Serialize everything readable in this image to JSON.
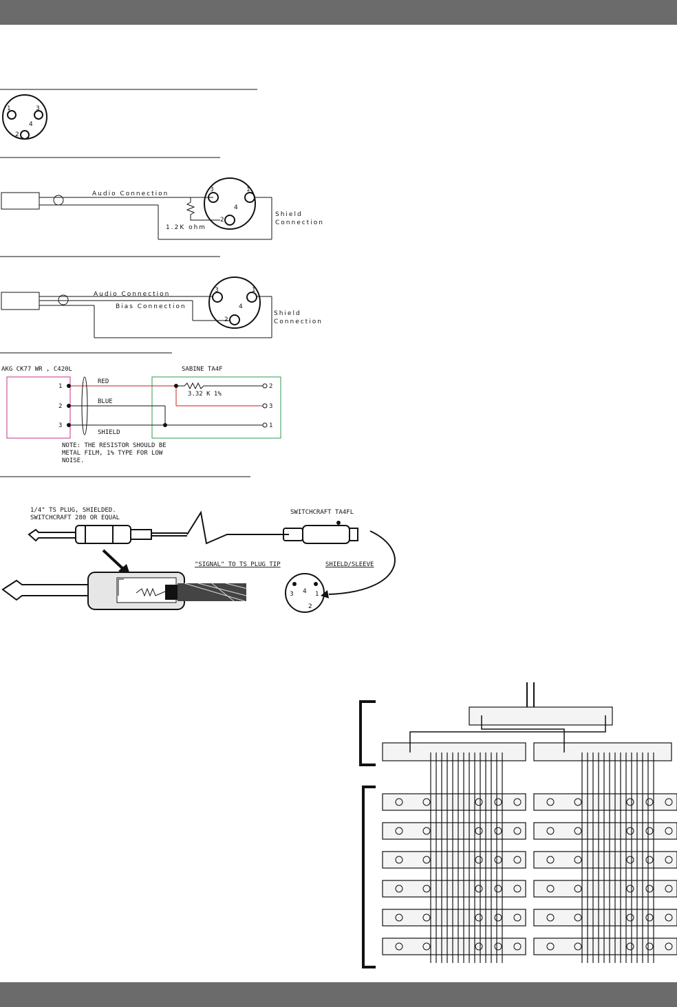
{
  "diagram1": {
    "pins": [
      "1",
      "3",
      "4",
      "2"
    ]
  },
  "diagram2": {
    "audio_label": "Audio Connection",
    "resistor_label": "1.2K ohm",
    "shield_line1": "Shield",
    "shield_line2": "Connection",
    "pins": [
      "3",
      "1",
      "4",
      "2"
    ]
  },
  "diagram3": {
    "audio_label": "Audio Connection",
    "bias_label": "Bias Connection",
    "shield_line1": "Shield",
    "shield_line2": "Connection",
    "pins": [
      "3",
      "1",
      "4",
      "2"
    ]
  },
  "diagram4": {
    "left_title": "AKG CK77 WR , C420L",
    "right_title": "SABINE TA4F",
    "wires": [
      "RED",
      "BLUE",
      "SHIELD"
    ],
    "resistor": "3.32 K 1%",
    "left_pins": [
      "1",
      "2",
      "3"
    ],
    "right_pins": [
      "2",
      "3",
      "1"
    ],
    "note": [
      "NOTE: THE RESISTOR SHOULD BE",
      "METAL FILM, 1% TYPE FOR LOW",
      "NOISE."
    ],
    "colors": {
      "left_box": "#c0328c",
      "right_box": "#2e9a4e",
      "red_wire": "#c81e1e"
    }
  },
  "diagram5": {
    "plug_label": [
      "1/4\" TS PLUG, SHIELDED.",
      "SWITCHCRAFT 280 OR EQUAL"
    ],
    "connector_label": "SWITCHCRAFT TA4FL",
    "signal_label": "\"SIGNAL\" TO TS PLUG TIP",
    "shield_label": "SHIELD/SLEEVE",
    "pins": [
      "3",
      "4",
      "1",
      "2"
    ]
  }
}
